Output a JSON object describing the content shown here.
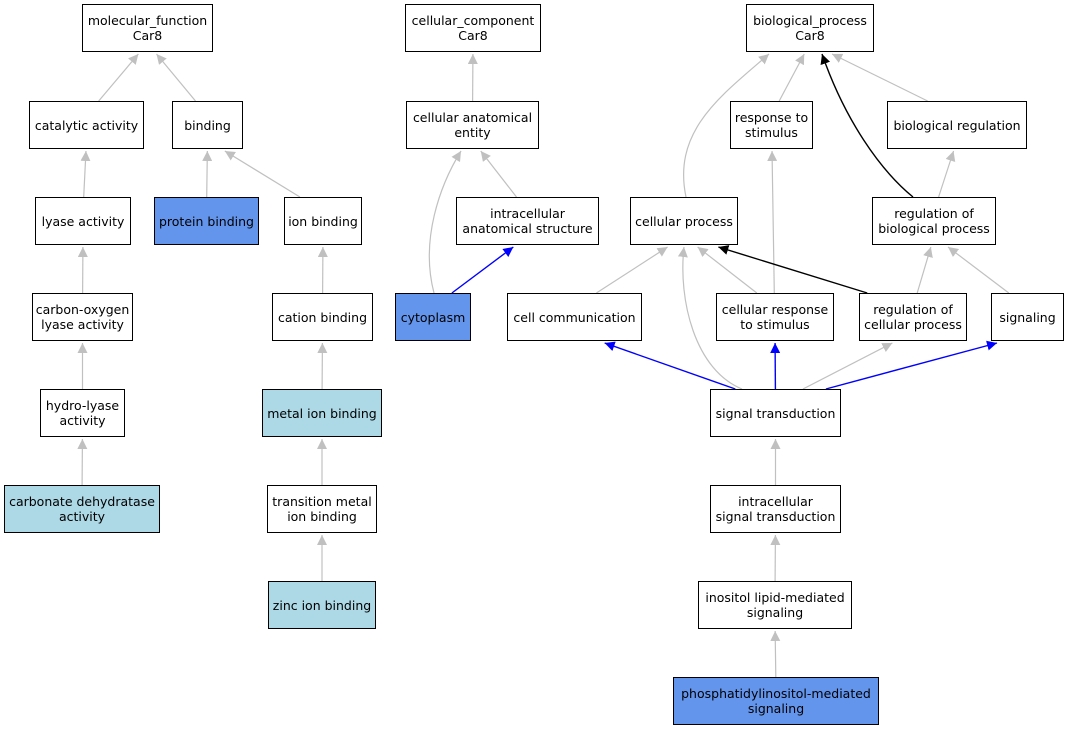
{
  "colors": {
    "default_fill": "#ffffff",
    "light_fill": "#add8e6",
    "strong_fill": "#6495ed",
    "gray_edge": "#c0c0c0",
    "black_edge": "#000000",
    "blue_edge": "#0000ff"
  },
  "nodes": {
    "mf_root": {
      "lines": [
        "molecular_function",
        "Car8"
      ],
      "fill": "default"
    },
    "catalytic_activity": {
      "lines": [
        "catalytic activity"
      ],
      "fill": "default"
    },
    "binding": {
      "lines": [
        "binding"
      ],
      "fill": "default"
    },
    "lyase_activity": {
      "lines": [
        "lyase activity"
      ],
      "fill": "default"
    },
    "protein_binding": {
      "lines": [
        "protein binding"
      ],
      "fill": "strong"
    },
    "ion_binding": {
      "lines": [
        "ion binding"
      ],
      "fill": "default"
    },
    "carbon_oxygen_lyase": {
      "lines": [
        "carbon-oxygen",
        "lyase activity"
      ],
      "fill": "default"
    },
    "cation_binding": {
      "lines": [
        "cation binding"
      ],
      "fill": "default"
    },
    "hydro_lyase": {
      "lines": [
        "hydro-lyase",
        "activity"
      ],
      "fill": "default"
    },
    "metal_ion_binding": {
      "lines": [
        "metal ion binding"
      ],
      "fill": "light"
    },
    "carbonate_dehydratase": {
      "lines": [
        "carbonate dehydratase",
        "activity"
      ],
      "fill": "light"
    },
    "transition_metal_ion_binding": {
      "lines": [
        "transition metal",
        "ion binding"
      ],
      "fill": "default"
    },
    "zinc_ion_binding": {
      "lines": [
        "zinc ion binding"
      ],
      "fill": "light"
    },
    "cc_root": {
      "lines": [
        "cellular_component",
        "Car8"
      ],
      "fill": "default"
    },
    "cellular_anatomical_entity": {
      "lines": [
        "cellular anatomical",
        "entity"
      ],
      "fill": "default"
    },
    "intracellular_anatomical_structure": {
      "lines": [
        "intracellular",
        "anatomical structure"
      ],
      "fill": "default"
    },
    "cytoplasm": {
      "lines": [
        "cytoplasm"
      ],
      "fill": "strong"
    },
    "bp_root": {
      "lines": [
        "biological_process",
        "Car8"
      ],
      "fill": "default"
    },
    "response_to_stimulus": {
      "lines": [
        "response to",
        "stimulus"
      ],
      "fill": "default"
    },
    "biological_regulation": {
      "lines": [
        "biological regulation"
      ],
      "fill": "default"
    },
    "cellular_process": {
      "lines": [
        "cellular process"
      ],
      "fill": "default"
    },
    "regulation_of_biological_process": {
      "lines": [
        "regulation of",
        "biological process"
      ],
      "fill": "default"
    },
    "cell_communication": {
      "lines": [
        "cell communication"
      ],
      "fill": "default"
    },
    "cellular_response_to_stimulus": {
      "lines": [
        "cellular response",
        "to stimulus"
      ],
      "fill": "default"
    },
    "regulation_of_cellular_process": {
      "lines": [
        "regulation of",
        "cellular process"
      ],
      "fill": "default"
    },
    "signaling": {
      "lines": [
        "signaling"
      ],
      "fill": "default"
    },
    "signal_transduction": {
      "lines": [
        "signal transduction"
      ],
      "fill": "default"
    },
    "intracellular_signal_transduction": {
      "lines": [
        "intracellular",
        "signal transduction"
      ],
      "fill": "default"
    },
    "inositol_lipid_mediated_signaling": {
      "lines": [
        "inositol lipid-mediated",
        "signaling"
      ],
      "fill": "default"
    },
    "phosphatidylinositol_mediated_signaling": {
      "lines": [
        "phosphatidylinositol-mediated",
        "signaling"
      ],
      "fill": "strong"
    }
  },
  "edges": [
    {
      "from": "catalytic_activity",
      "to": "mf_root",
      "color": "gray"
    },
    {
      "from": "binding",
      "to": "mf_root",
      "color": "gray"
    },
    {
      "from": "lyase_activity",
      "to": "catalytic_activity",
      "color": "gray"
    },
    {
      "from": "protein_binding",
      "to": "binding",
      "color": "gray"
    },
    {
      "from": "ion_binding",
      "to": "binding",
      "color": "gray"
    },
    {
      "from": "carbon_oxygen_lyase",
      "to": "lyase_activity",
      "color": "gray"
    },
    {
      "from": "cation_binding",
      "to": "ion_binding",
      "color": "gray"
    },
    {
      "from": "hydro_lyase",
      "to": "carbon_oxygen_lyase",
      "color": "gray"
    },
    {
      "from": "metal_ion_binding",
      "to": "cation_binding",
      "color": "gray"
    },
    {
      "from": "carbonate_dehydratase",
      "to": "hydro_lyase",
      "color": "gray"
    },
    {
      "from": "transition_metal_ion_binding",
      "to": "metal_ion_binding",
      "color": "gray"
    },
    {
      "from": "zinc_ion_binding",
      "to": "transition_metal_ion_binding",
      "color": "gray"
    },
    {
      "from": "cellular_anatomical_entity",
      "to": "cc_root",
      "color": "gray"
    },
    {
      "from": "intracellular_anatomical_structure",
      "to": "cellular_anatomical_entity",
      "color": "gray"
    },
    {
      "from": "cytoplasm",
      "to": "cellular_anatomical_entity",
      "color": "gray"
    },
    {
      "from": "cytoplasm",
      "to": "intracellular_anatomical_structure",
      "color": "blue"
    },
    {
      "from": "cellular_process",
      "to": "bp_root",
      "color": "gray"
    },
    {
      "from": "response_to_stimulus",
      "to": "bp_root",
      "color": "gray"
    },
    {
      "from": "biological_regulation",
      "to": "bp_root",
      "color": "gray"
    },
    {
      "from": "regulation_of_biological_process",
      "to": "bp_root",
      "color": "black"
    },
    {
      "from": "regulation_of_biological_process",
      "to": "biological_regulation",
      "color": "gray"
    },
    {
      "from": "cell_communication",
      "to": "cellular_process",
      "color": "gray"
    },
    {
      "from": "cellular_response_to_stimulus",
      "to": "cellular_process",
      "color": "gray"
    },
    {
      "from": "cellular_response_to_stimulus",
      "to": "response_to_stimulus",
      "color": "gray"
    },
    {
      "from": "regulation_of_cellular_process",
      "to": "cellular_process",
      "color": "black"
    },
    {
      "from": "regulation_of_cellular_process",
      "to": "regulation_of_biological_process",
      "color": "gray"
    },
    {
      "from": "signaling",
      "to": "regulation_of_biological_process",
      "color": "gray"
    },
    {
      "from": "signal_transduction",
      "to": "cellular_process",
      "color": "gray"
    },
    {
      "from": "signal_transduction",
      "to": "cell_communication",
      "color": "blue"
    },
    {
      "from": "signal_transduction",
      "to": "cellular_response_to_stimulus",
      "color": "blue"
    },
    {
      "from": "signal_transduction",
      "to": "regulation_of_cellular_process",
      "color": "gray"
    },
    {
      "from": "signal_transduction",
      "to": "signaling",
      "color": "blue"
    },
    {
      "from": "intracellular_signal_transduction",
      "to": "signal_transduction",
      "color": "gray"
    },
    {
      "from": "inositol_lipid_mediated_signaling",
      "to": "intracellular_signal_transduction",
      "color": "gray"
    },
    {
      "from": "phosphatidylinositol_mediated_signaling",
      "to": "inositol_lipid_mediated_signaling",
      "color": "gray"
    }
  ]
}
